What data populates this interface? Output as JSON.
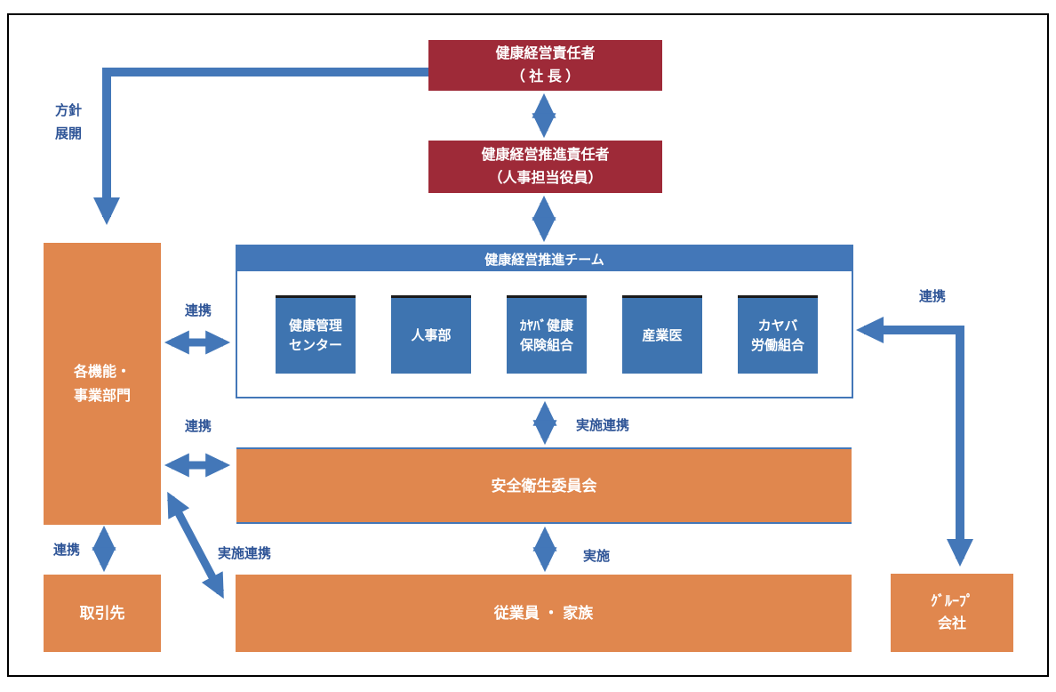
{
  "colors": {
    "red": "#9E2A38",
    "blue": "#3E74B0",
    "header_blue": "#4377B8",
    "orange": "#E0874E",
    "label": "#2F5597",
    "arrow": "#4377B8"
  },
  "boxes": {
    "ceo": {
      "line1": "健康経営責任者",
      "line2": "（ 社 長 ）"
    },
    "promoter": {
      "line1": "健康経営推進責任者",
      "line2": "（人事担当役員）"
    },
    "team_title": "健康経営推進チーム",
    "members": [
      {
        "line1": "健康管理",
        "line2": "センター"
      },
      {
        "line1": "人事部",
        "line2": ""
      },
      {
        "line1": "ｶﾔﾊﾞ健康",
        "line2": "保険組合"
      },
      {
        "line1": "産業医",
        "line2": ""
      },
      {
        "line1": "カヤバ",
        "line2": "労働組合"
      }
    ],
    "functions": {
      "line1": "各機能・",
      "line2": "事業部門"
    },
    "safety": "安全衛生委員会",
    "employees": "従業員 ・ 家族",
    "suppliers": "取引先",
    "group": {
      "line1": "ｸﾞﾙｰﾌﾟ",
      "line2": "会社"
    }
  },
  "labels": {
    "policy_line1": "方針",
    "policy_line2": "展開",
    "renkei_team": "連携",
    "renkei_safety": "連携",
    "renkei_suppliers": "連携",
    "renkei_group": "連携",
    "jisshi_renkei_vertical": "実施連携",
    "jisshi_renkei_diagonal": "実施連携",
    "jisshi": "実施"
  }
}
